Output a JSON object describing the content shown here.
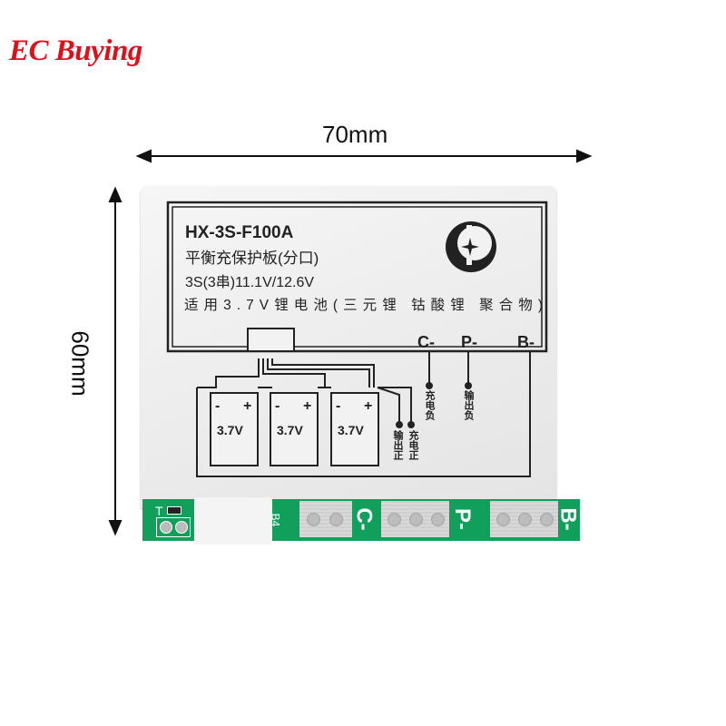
{
  "brand": "EC Buying",
  "dimensions": {
    "width": "70mm",
    "height": "60mm"
  },
  "label": {
    "model": "HX-3S-F100A",
    "line1": "平衡充保护板(分口)",
    "line2": "3S(3串)11.1V/12.6V",
    "line3": "适用3.7V锂电池(三元锂 钴酸锂 聚合物)",
    "terminals": [
      "C-",
      "P-",
      "B-"
    ],
    "cells": [
      "3.7V",
      "3.7V",
      "3.7V"
    ],
    "cell_minus": "-",
    "cell_plus": "+",
    "charge_neg": "充电负",
    "output_neg": "输出负",
    "output_pos": "输出正",
    "charge_pos": "充电正"
  },
  "pcb": {
    "t_label": "T",
    "b4_label": "B4",
    "c_label": "C-",
    "p_label": "P-",
    "b_label": "B-"
  },
  "colors": {
    "brand": "#e0101a",
    "pcb": "#10a05c"
  }
}
